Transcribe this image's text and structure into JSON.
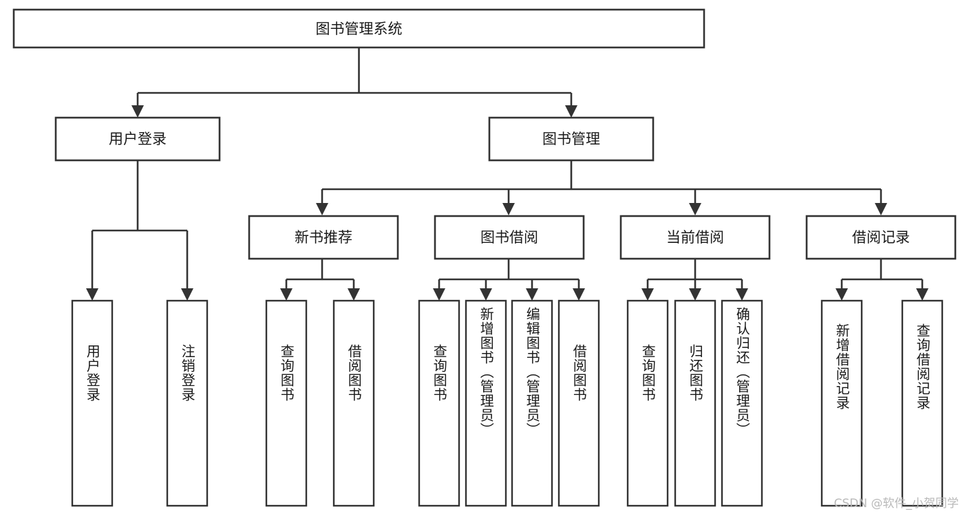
{
  "diagram": {
    "type": "tree",
    "title": "图书管理系统",
    "orientation": "top-down",
    "colors": {
      "background": "#ffffff",
      "box_stroke": "#333333",
      "box_fill": "#ffffff",
      "text": "#1a1a1a",
      "watermark": "#b9b9b9"
    },
    "root": {
      "label": "图书管理系统"
    },
    "level2": [
      {
        "label": "用户登录"
      },
      {
        "label": "图书管理"
      }
    ],
    "level3": [
      {
        "label": "新书推荐"
      },
      {
        "label": "图书借阅"
      },
      {
        "label": "当前借阅"
      },
      {
        "label": "借阅记录"
      }
    ],
    "leaves": [
      {
        "label": "用户登录",
        "parent": "用户登录"
      },
      {
        "label": "注销登录",
        "parent": "用户登录"
      },
      {
        "label": "查询图书",
        "parent": "新书推荐"
      },
      {
        "label": "借阅图书",
        "parent": "新书推荐"
      },
      {
        "label": "查询图书",
        "parent": "图书借阅"
      },
      {
        "label": "新增图书（管理员）",
        "parent": "图书借阅"
      },
      {
        "label": "编辑图书（管理员）",
        "parent": "图书借阅"
      },
      {
        "label": "借阅图书",
        "parent": "图书借阅"
      },
      {
        "label": "查询图书",
        "parent": "当前借阅"
      },
      {
        "label": "归还图书",
        "parent": "当前借阅"
      },
      {
        "label": "确认归还（管理员）",
        "parent": "当前借阅"
      },
      {
        "label": "新增借阅记录",
        "parent": "借阅记录"
      },
      {
        "label": "查询借阅记录",
        "parent": "借阅记录"
      }
    ],
    "watermark": "CSDN @软件_小贺同学"
  }
}
